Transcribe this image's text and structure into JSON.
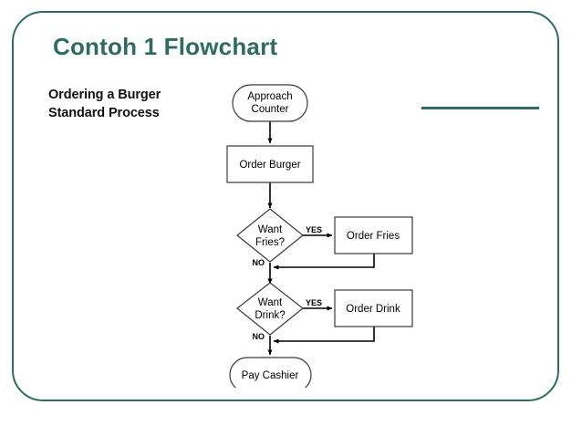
{
  "slide": {
    "title": "Contoh 1 Flowchart",
    "accent_color": "#2f6b62",
    "background_color": "#ffffff",
    "border_color": "#2f6b62"
  },
  "flowchart": {
    "caption_line1": "Ordering a Burger",
    "caption_line2": "Standard Process",
    "nodes": [
      {
        "id": "approach",
        "label": "Approach",
        "label2": "Counter",
        "shape": "terminal"
      },
      {
        "id": "order-burger",
        "label": "Order Burger",
        "shape": "process"
      },
      {
        "id": "want-fries",
        "label": "Want",
        "label2": "Fries?",
        "shape": "decision"
      },
      {
        "id": "order-fries",
        "label": "Order Fries",
        "shape": "process"
      },
      {
        "id": "want-drink",
        "label": "Want",
        "label2": "Drink?",
        "shape": "decision"
      },
      {
        "id": "order-drink",
        "label": "Order Drink",
        "shape": "process"
      },
      {
        "id": "pay-cashier",
        "label": "Pay Cashier",
        "shape": "terminal"
      }
    ],
    "edge_labels": {
      "fries_yes": "YES",
      "fries_no": "NO",
      "drink_yes": "YES",
      "drink_no": "NO"
    }
  }
}
